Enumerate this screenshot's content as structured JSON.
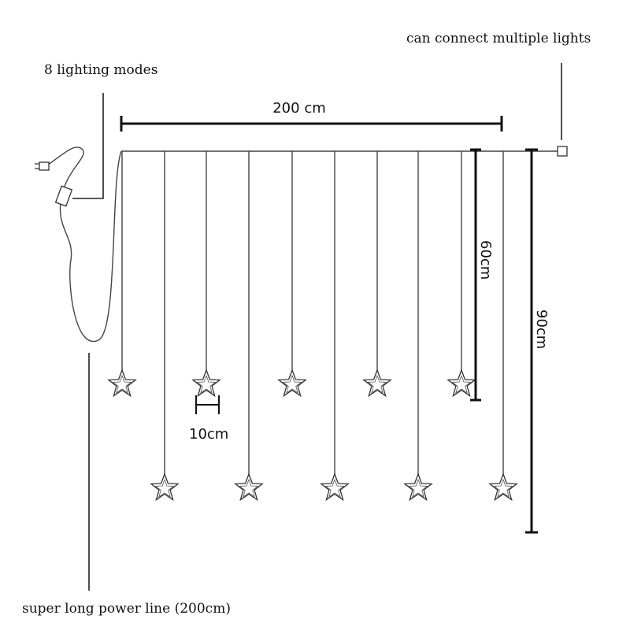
{
  "labels": {
    "connect_multiple": "can connect multiple lights",
    "lighting_modes": "8 lighting modes",
    "width": "200 cm",
    "short_drop": "60cm",
    "long_drop": "90cm",
    "star_spacing": "10cm",
    "power_line": "super long power line (200cm)"
  },
  "stars": {
    "short_count": 5,
    "long_count": 5
  }
}
